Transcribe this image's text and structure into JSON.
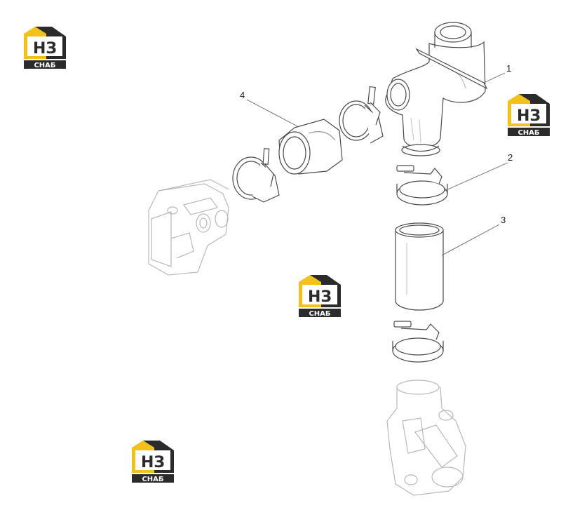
{
  "callouts": [
    {
      "id": "1",
      "label": "1"
    },
    {
      "id": "2",
      "label": "2"
    },
    {
      "id": "3",
      "label": "3"
    },
    {
      "id": "4",
      "label": "4"
    }
  ],
  "watermark": {
    "letters": "НЗ",
    "caption": "СНАБ",
    "colors": {
      "yellow": "#f2c21a",
      "dark": "#2b2b2b",
      "white": "#ffffff"
    }
  },
  "colors": {
    "line": "#4a4a4a",
    "ghost": "#b8b8b8",
    "leader": "#666666"
  }
}
